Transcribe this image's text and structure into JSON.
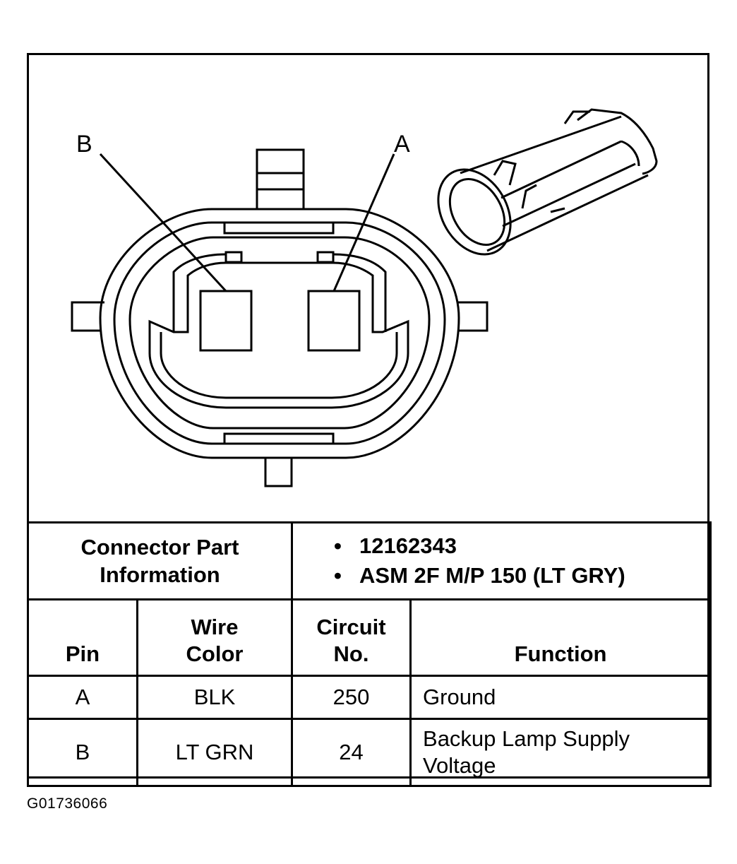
{
  "diagram": {
    "pin_labels": [
      "B",
      "A"
    ],
    "line_color": "#000000"
  },
  "connector_part_info": {
    "label_line1": "Connector Part",
    "label_line2": "Information",
    "items": [
      "12162343",
      "ASM 2F M/P 150 (LT GRY)"
    ]
  },
  "table": {
    "headers": {
      "pin": "Pin",
      "wire_color_line1": "Wire",
      "wire_color_line2": "Color",
      "circuit_line1": "Circuit",
      "circuit_line2": "No.",
      "function": "Function"
    },
    "rows": [
      {
        "pin": "A",
        "wire_color": "BLK",
        "circuit": "250",
        "function_line1": "Ground",
        "function_line2": ""
      },
      {
        "pin": "B",
        "wire_color": "LT GRN",
        "circuit": "24",
        "function_line1": "Backup Lamp Supply",
        "function_line2": "Voltage"
      }
    ]
  },
  "figure_id": "G01736066"
}
